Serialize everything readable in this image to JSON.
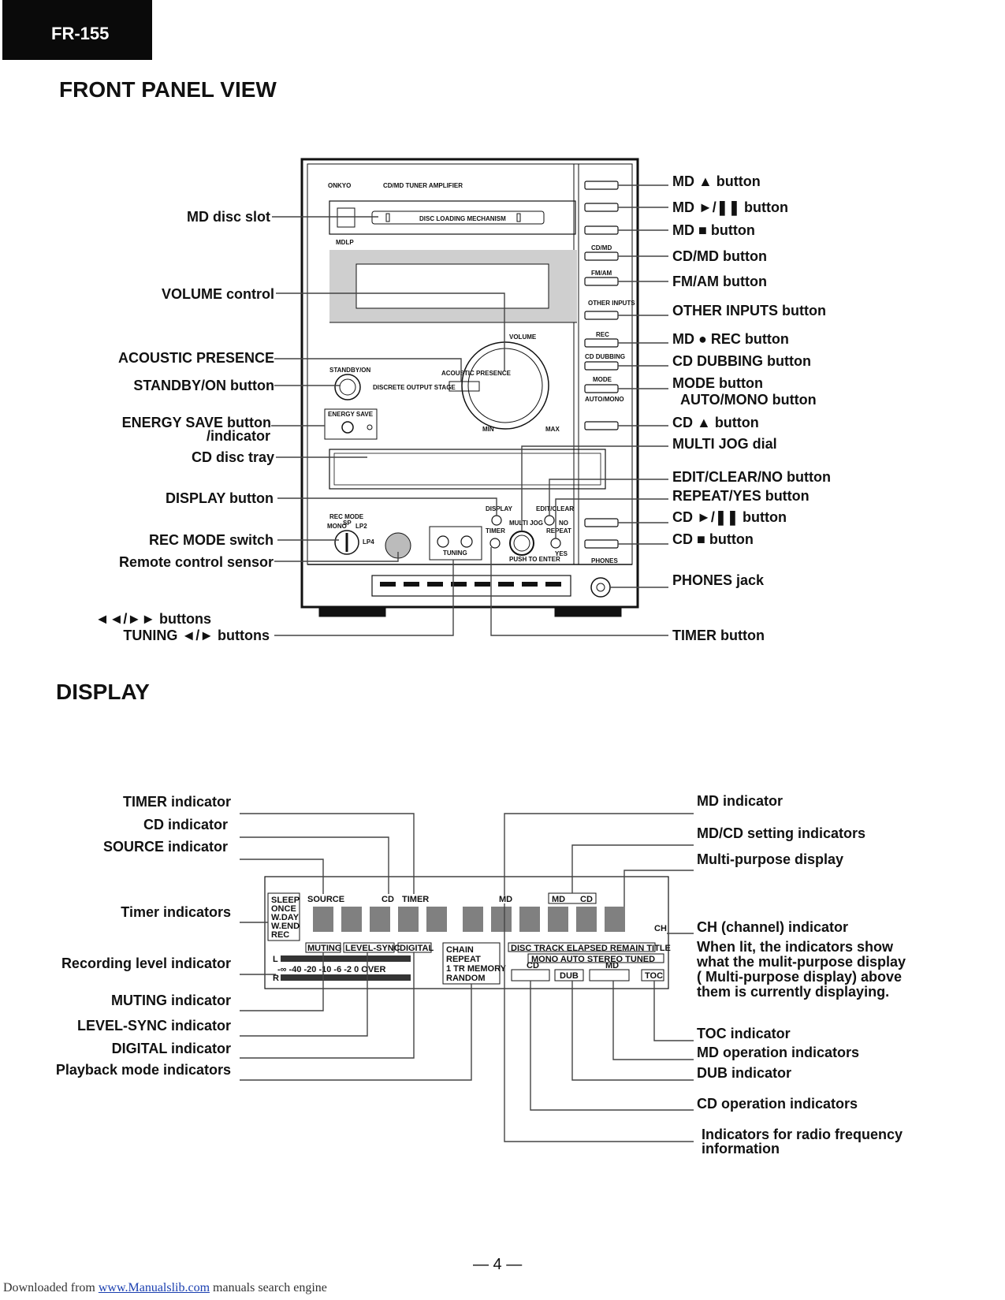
{
  "model": "FR-155",
  "front_panel": {
    "title": "FRONT PANEL VIEW",
    "device": {
      "brand": "ONKYO",
      "product": "CD/MD TUNER AMPLIFIER",
      "disc_loading": "DISC LOADING MECHANISM",
      "mdlp": "MDLP",
      "standby": "STANDBY/ON",
      "energy_save": "ENERGY SAVE",
      "discrete": "DISCRETE OUTPUT STAGE",
      "acoustic": "ACOUSTIC PRESENCE",
      "volume": "VOLUME",
      "min": "MIN",
      "max": "MAX",
      "rec_mode": "REC MODE",
      "mono": "MONO",
      "sp": "SP",
      "lp2": "LP2",
      "lp4": "LP4",
      "display": "DISPLAY",
      "edit_clear": "EDIT/CLEAR",
      "multi_jog": "MULTI JOG",
      "no": "NO",
      "repeat": "REPEAT",
      "yes": "YES",
      "timer": "TIMER",
      "tuning": "TUNING",
      "push_to_enter": "PUSH TO ENTER",
      "phones": "PHONES",
      "cd_md": "CD/MD",
      "fm_am": "FM/AM",
      "other_inputs": "OTHER INPUTS",
      "rec": "REC",
      "cd_dubbing": "CD DUBBING",
      "mode": "MODE",
      "auto_mono": "AUTO/MONO"
    },
    "left_labels": [
      "MD disc slot",
      "VOLUME control",
      "ACOUSTIC  PRESENCE",
      "STANDBY/ON button",
      "ENERGY SAVE button",
      "/indicator",
      "CD disc tray",
      "DISPLAY button",
      "REC MODE switch",
      "Remote control sensor",
      "◄◄/►► buttons",
      "TUNING ◄/► buttons"
    ],
    "right_labels": [
      "MD ▲ button",
      "MD ►/❚❚ button",
      "MD ■ button",
      "CD/MD button",
      "FM/AM button",
      "OTHER INPUTS button",
      "MD ● REC button",
      "CD DUBBING button",
      "MODE button",
      "AUTO/MONO button",
      "CD ▲ button",
      "MULTI JOG dial",
      "EDIT/CLEAR/NO button",
      "REPEAT/YES button",
      "CD ►/❚❚ button",
      "CD ■ button",
      "PHONES jack",
      "TIMER button"
    ]
  },
  "display_section": {
    "title": "DISPLAY",
    "panel": {
      "timer_ind": [
        "SLEEP",
        "ONCE",
        "W.DAY",
        "W.END",
        "REC"
      ],
      "source": "SOURCE",
      "cd": "CD",
      "timer": "TIMER",
      "md": "MD",
      "md2": "MD",
      "cd2": "CD",
      "ch": "CH",
      "muting": "MUTING",
      "level_sync": "LEVEL-SYNC",
      "digital": "DIGITAL",
      "l": "L",
      "r": "R",
      "scale": "-∞ -40  -20   -10   -6    -2  0  OVER",
      "playback": [
        "CHAIN",
        "REPEAT",
        "1 TR  MEMORY",
        "RANDOM"
      ],
      "disc_row": "DISC TRACK  ELAPSED  REMAIN  TITLE",
      "radio_row": "MONO    AUTO    STEREO  TUNED",
      "cd_op": "CD",
      "dub": "DUB",
      "md_op": "MD",
      "toc": "TOC"
    },
    "left_labels": [
      "TIMER indicator",
      "CD indicator",
      "SOURCE indicator",
      "Timer indicators",
      "Recording level indicator",
      "MUTING indicator",
      "LEVEL-SYNC indicator",
      "DIGITAL indicator",
      "Playback mode indicators"
    ],
    "right_labels": [
      "MD indicator",
      "MD/CD setting indicators",
      "Multi-purpose display",
      "CH (channel) indicator",
      "TOC indicator",
      "MD operation indicators",
      "DUB indicator",
      "CD operation indicators"
    ],
    "note_lines": [
      "When lit, the indicators show",
      "what the mulit-purpose display",
      "( Multi-purpose display) above",
      "them is currently displaying."
    ],
    "radio_note_lines": [
      "Indicators for radio frequency",
      "information"
    ]
  },
  "page_number": "— 4 —",
  "footer": {
    "prefix": "Downloaded from",
    "link": "www.Manualslib.com",
    "suffix": "manuals search engine"
  }
}
